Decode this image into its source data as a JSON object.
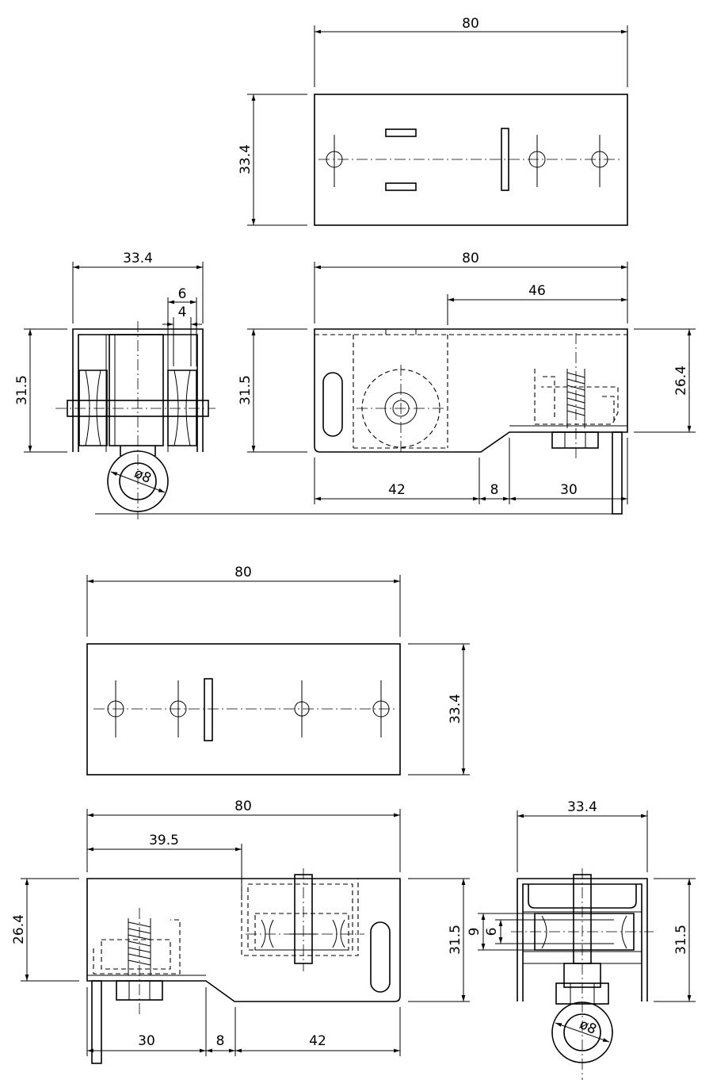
{
  "dimensions": {
    "top_plan_1": {
      "width": "80",
      "height": "33.4"
    },
    "side_view_1": {
      "width": "33.4",
      "height": "31.5",
      "outer_gap": "6",
      "inner_gap": "4",
      "hole": "ø8"
    },
    "front_view_1": {
      "width": "80",
      "offset": "46",
      "height_left": "31.5",
      "height_right": "26.4",
      "seg_a": "42",
      "seg_b": "8",
      "seg_c": "30"
    },
    "top_plan_2": {
      "width": "80",
      "height": "33.4"
    },
    "front_view_2": {
      "width": "80",
      "offset": "39.5",
      "height_left": "26.4",
      "height_right": "31.5",
      "seg_a": "30",
      "seg_b": "8",
      "seg_c": "42"
    },
    "side_view_2": {
      "width": "33.4",
      "height": "31.5",
      "outer_gap": "9",
      "inner_gap": "6",
      "hole": "ø8"
    }
  },
  "colors": {
    "line": "#000000",
    "background": "#ffffff"
  }
}
